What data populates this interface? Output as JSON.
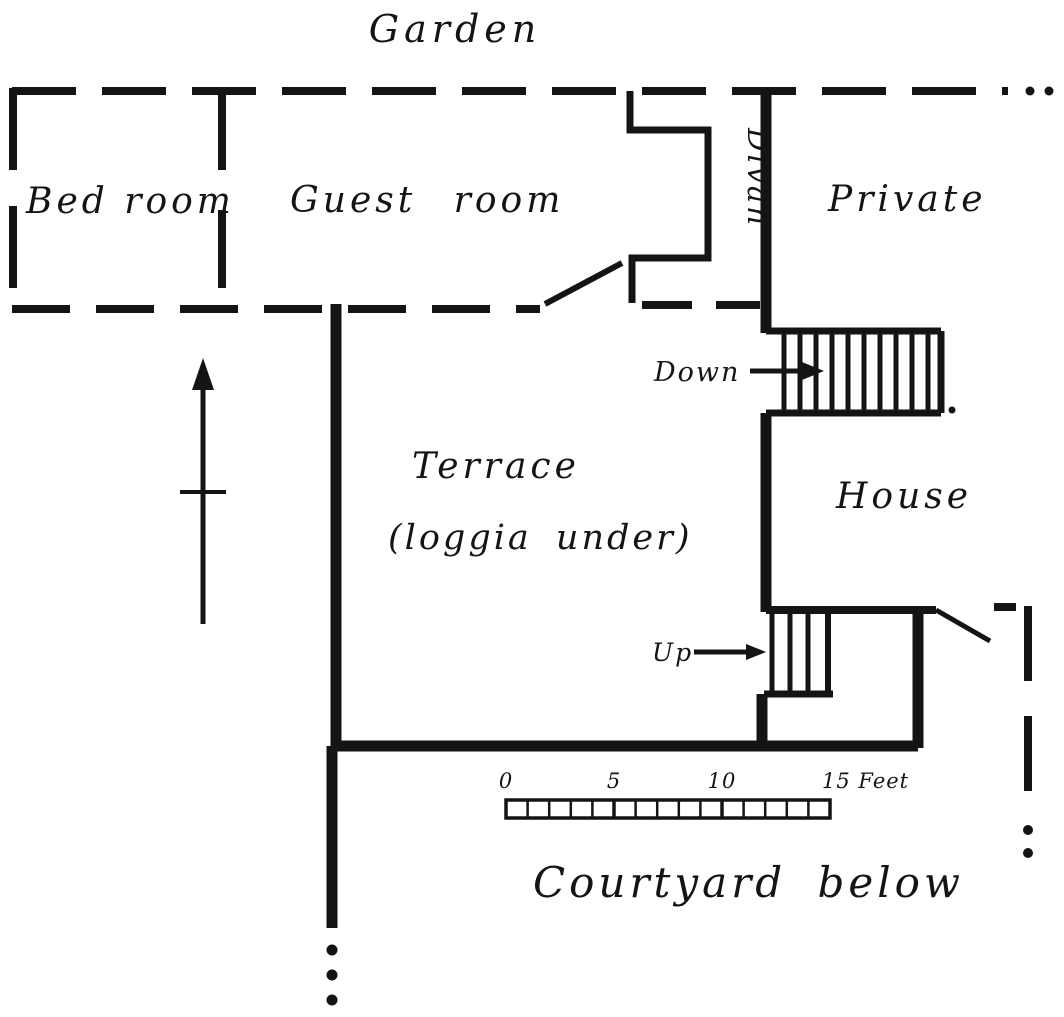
{
  "plan": {
    "garden_label": "Garden",
    "rooms": {
      "bedroom": "Bed room",
      "guest_room": "Guest room",
      "divan": "Divan",
      "private": "Private",
      "terrace": "Terrace",
      "terrace_note": "(loggia under)",
      "house": "House",
      "courtyard": "Courtyard below"
    },
    "stairs": {
      "down": "Down",
      "up": "Up"
    },
    "scale_bar": {
      "t0": "0",
      "t5": "5",
      "t10": "10",
      "t15": "15 Feet"
    },
    "colors": {
      "ink": "#141414",
      "paper": "#ffffff"
    }
  }
}
